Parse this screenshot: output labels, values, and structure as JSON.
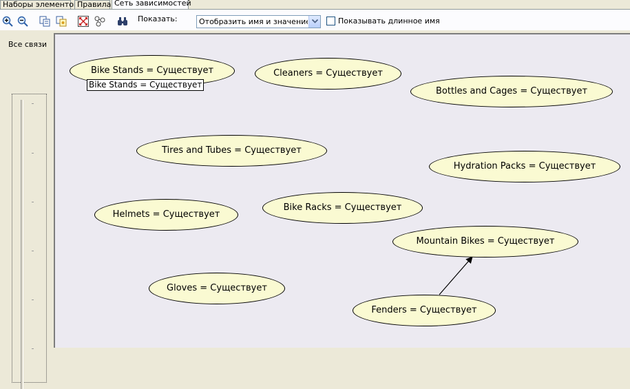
{
  "tabs": [
    {
      "label": "Наборы элементов",
      "active": false
    },
    {
      "label": "Правила",
      "active": false
    },
    {
      "label": "Сеть зависимостей",
      "active": true
    }
  ],
  "toolbar": {
    "buttons": [
      {
        "name": "zoom-in-icon"
      },
      {
        "name": "zoom-out-icon"
      },
      {
        "name": "copy-icon"
      },
      {
        "name": "copy-graph-icon"
      },
      {
        "name": "fit-to-window-icon"
      },
      {
        "name": "layout-icon"
      },
      {
        "name": "find-node-icon"
      }
    ],
    "show_label": "Показать:",
    "show_value": "Отобразить имя и значение атрибута",
    "long_name_label": "Показывать длинное имя",
    "long_name_checked": false
  },
  "left_panel": {
    "all_links_label": "Все связи",
    "slider_ticks": 6
  },
  "nodes": [
    {
      "id": "bike-stands",
      "label": "Bike Stands = Существует"
    },
    {
      "id": "cleaners",
      "label": "Cleaners = Существует"
    },
    {
      "id": "bottles-and-cages",
      "label": "Bottles and Cages = Существует"
    },
    {
      "id": "tires-and-tubes",
      "label": "Tires and Tubes = Существует"
    },
    {
      "id": "hydration-packs",
      "label": "Hydration Packs = Существует"
    },
    {
      "id": "helmets",
      "label": "Helmets = Существует"
    },
    {
      "id": "bike-racks",
      "label": "Bike Racks = Существует"
    },
    {
      "id": "mountain-bikes",
      "label": "Mountain Bikes = Существует"
    },
    {
      "id": "gloves",
      "label": "Gloves = Существует"
    },
    {
      "id": "fenders",
      "label": "Fenders = Существует"
    }
  ],
  "edges": [
    {
      "from": "fenders",
      "to": "mountain-bikes"
    }
  ],
  "tooltip": {
    "text": "Bike Stands = Существует"
  },
  "colors": {
    "node_fill": "#fafad2",
    "canvas_bg": "#eceaf1",
    "chrome_bg": "#ece9d8"
  }
}
